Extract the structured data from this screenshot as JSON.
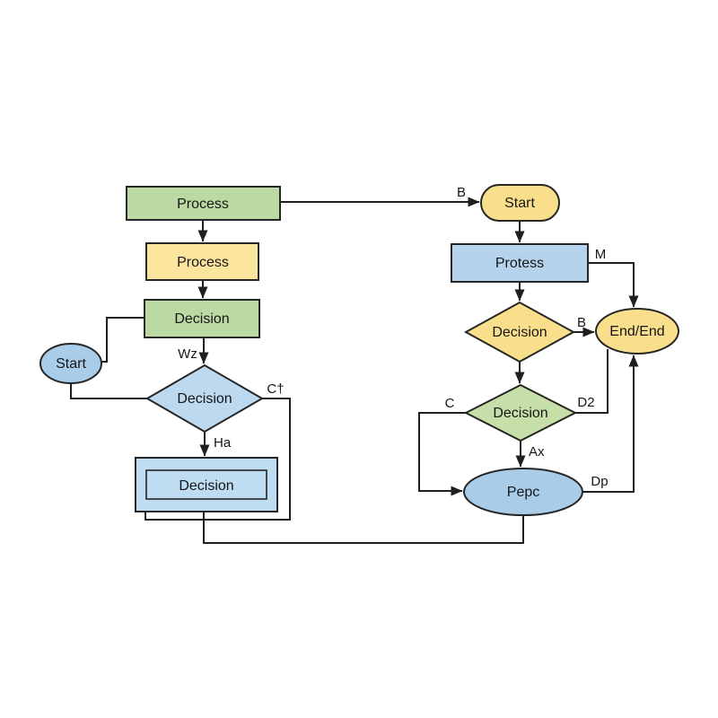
{
  "diagram": {
    "title": "flowchart",
    "background": "#ffffff",
    "nodes": {
      "process_top": {
        "label": "Process",
        "shape": "process-rectangle"
      },
      "process_mid": {
        "label": "Process",
        "shape": "process-rectangle"
      },
      "decision_rect": {
        "label": "Decision",
        "shape": "process-rectangle"
      },
      "start_left": {
        "label": "Start",
        "shape": "ellipse"
      },
      "decision_diamond_left": {
        "label": "Decision",
        "shape": "diamond"
      },
      "decision_predefined": {
        "label": "Decision",
        "shape": "predefined-process"
      },
      "start_right": {
        "label": "Start",
        "shape": "terminator-stadium"
      },
      "protess": {
        "label": "Protess",
        "shape": "process-rectangle"
      },
      "decision_diamond_yellow": {
        "label": "Decision",
        "shape": "diamond"
      },
      "end_terminal": {
        "label": "End/End",
        "shape": "ellipse"
      },
      "decision_diamond_green": {
        "label": "Decision",
        "shape": "diamond"
      },
      "pepc": {
        "label": "Pepc",
        "shape": "ellipse"
      }
    },
    "edge_labels": {
      "b_top": "B",
      "m": "M",
      "b_mid": "B",
      "d2": "D2",
      "c": "C",
      "ax": "Ax",
      "dp": "Dp",
      "wz": "Wz",
      "ct": "C†",
      "ha": "Ha"
    },
    "colors": {
      "green": "#BCD9A4",
      "green_diamond": "#C6DFA8",
      "yellow_rect": "#FBE49E",
      "yellow_terminal": "#F9DF8C",
      "blue_rect": "#B5D3EC",
      "blue_ellipse": "#A9CCE9",
      "blue_diamond": "#BCD9F0",
      "blue_predefined": "#BFDDF2",
      "stroke": "#262626",
      "edge": "#1f1f1f",
      "background": "#ffffff"
    }
  }
}
